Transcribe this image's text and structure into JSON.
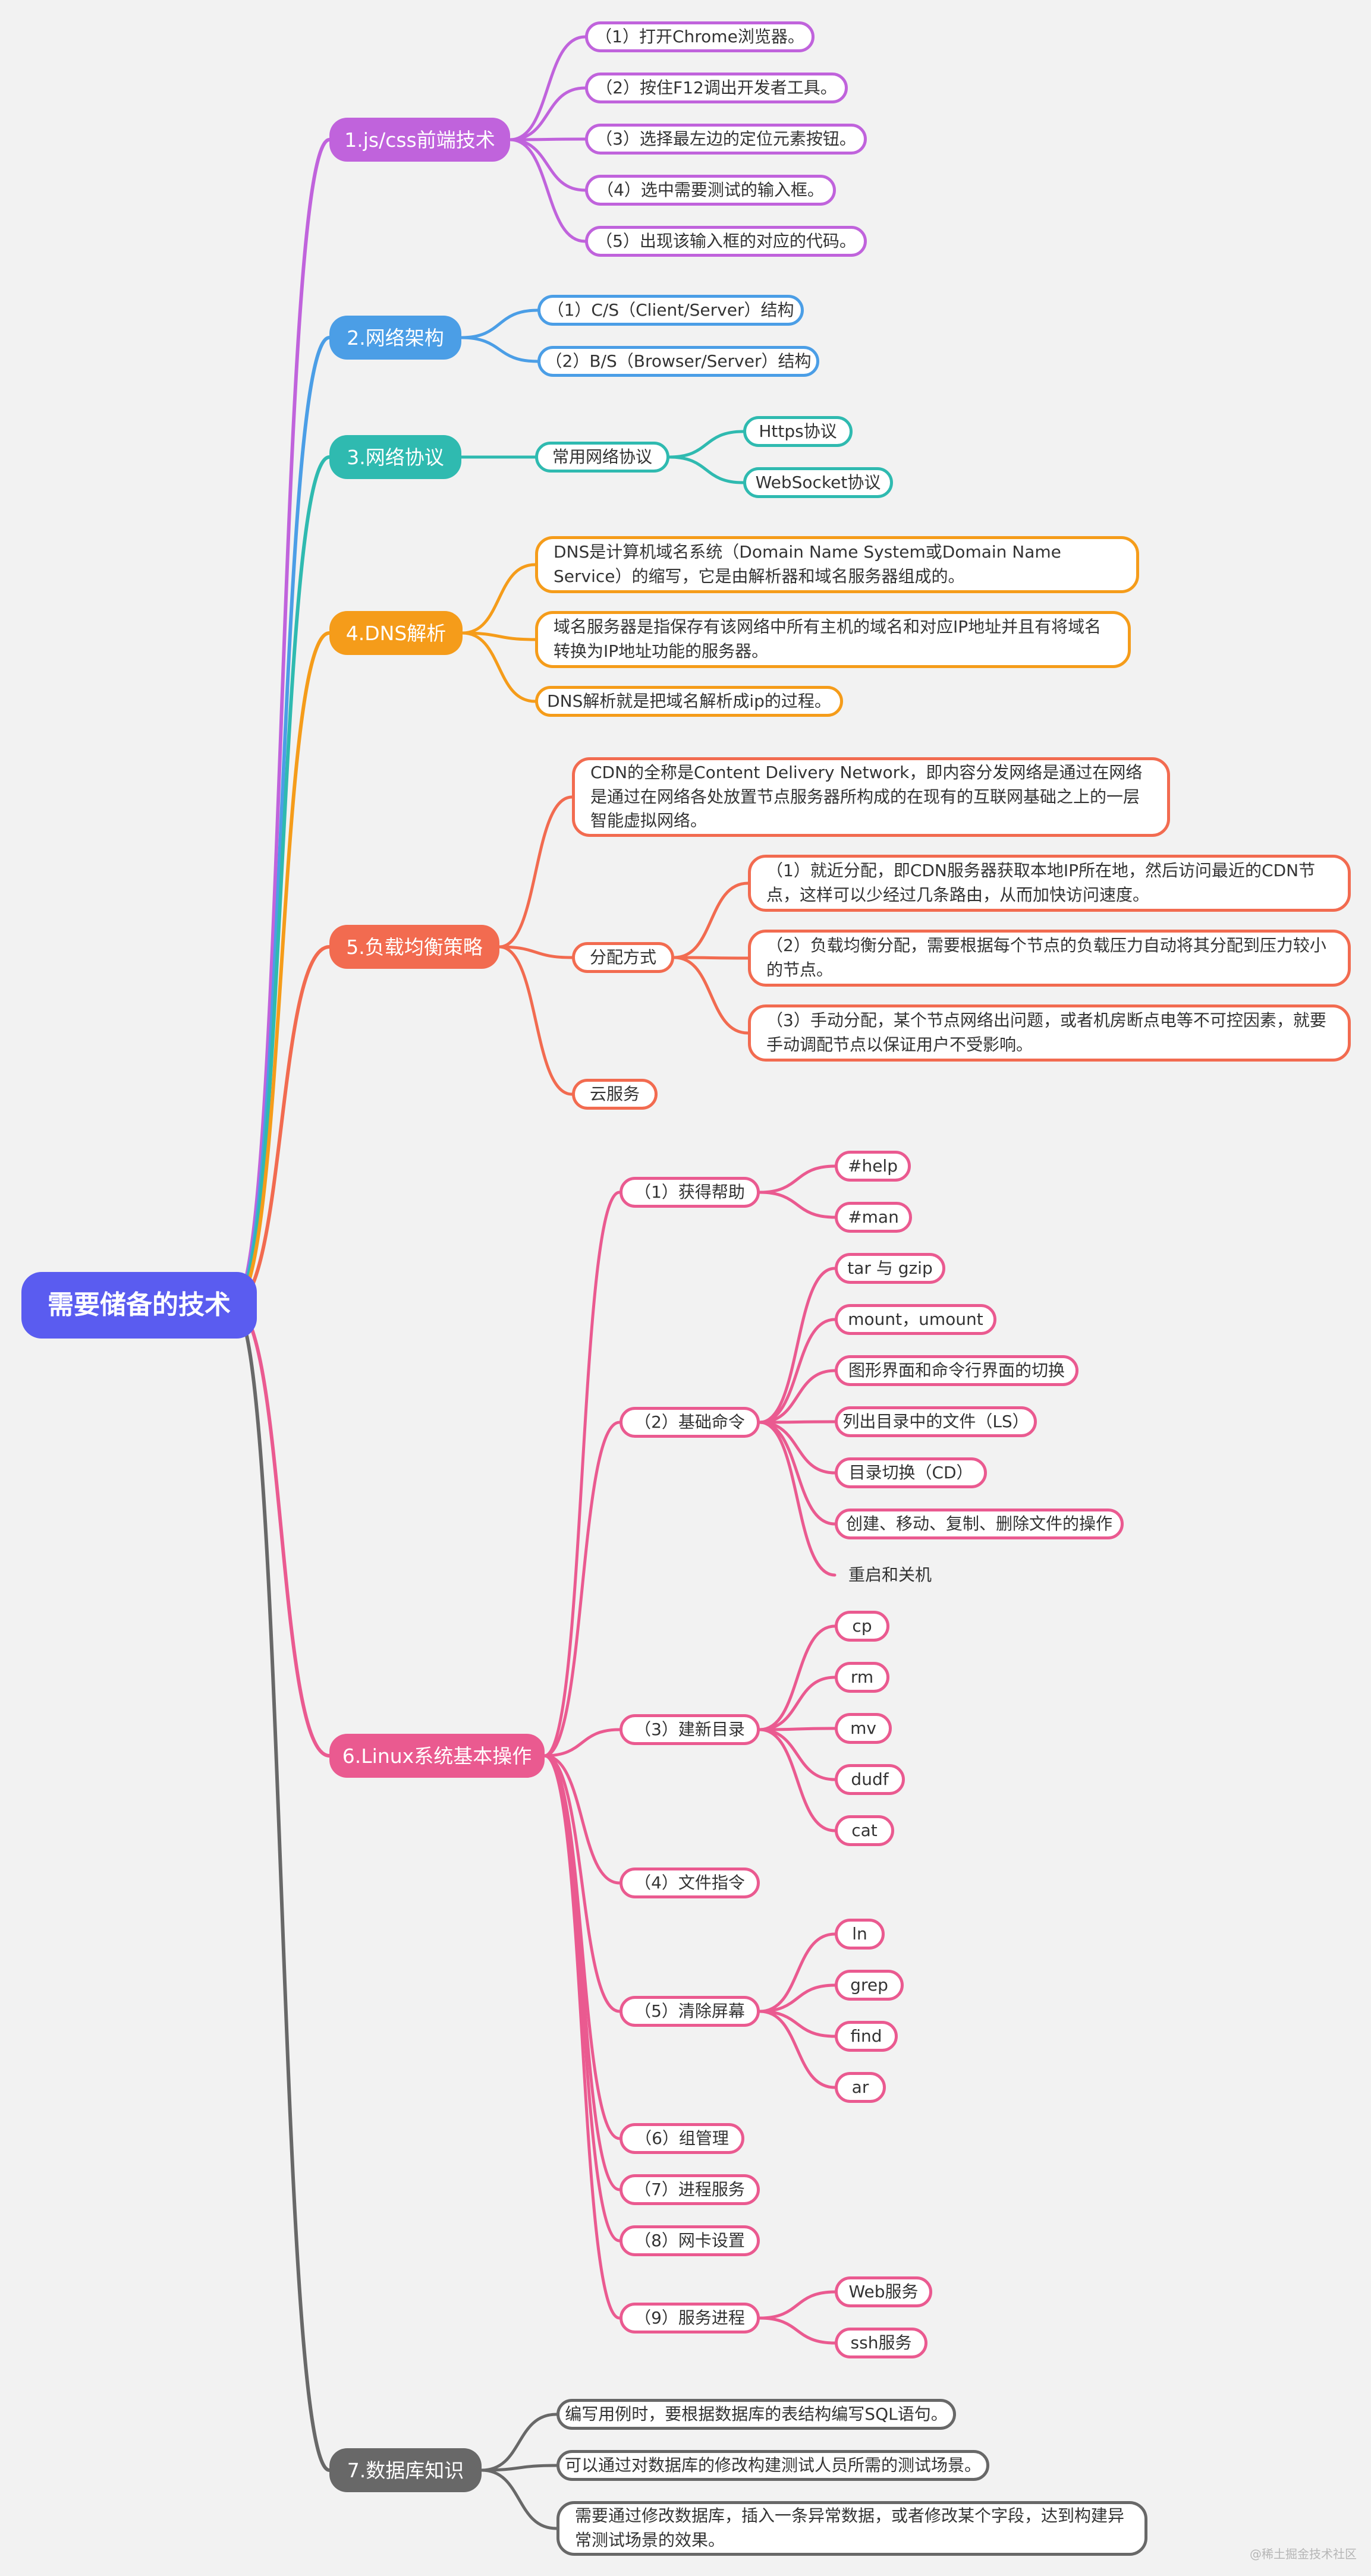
{
  "root": {
    "label": "需要储备的技术"
  },
  "watermark": "@稀土掘金技术社区",
  "branches": [
    {
      "id": "b1",
      "label": "1.js/css前端技术",
      "color": "#c063dc",
      "children": [
        {
          "label": "（1）打开Chrome浏览器。"
        },
        {
          "label": "（2）按住F12调出开发者工具。"
        },
        {
          "label": "（3）选择最左边的定位元素按钮。"
        },
        {
          "label": "（4）选中需要测试的输入框。"
        },
        {
          "label": "（5）出现该输入框的对应的代码。"
        }
      ]
    },
    {
      "id": "b2",
      "label": "2.网络架构",
      "color": "#4b9ee6",
      "children": [
        {
          "label": "（1）C/S（Client/Server）结构"
        },
        {
          "label": "（2）B/S（Browser/Server）结构"
        }
      ]
    },
    {
      "id": "b3",
      "label": "3.网络协议",
      "color": "#2fbab0",
      "children": [
        {
          "label": "常用网络协议",
          "children": [
            {
              "label": "Https协议"
            },
            {
              "label": "WebSocket协议"
            }
          ]
        }
      ]
    },
    {
      "id": "b4",
      "label": "4.DNS解析",
      "color": "#f59c1a",
      "children": [
        {
          "label": "DNS是计算机域名系统（Domain Name System或Domain Name Service）的缩写，它是由解析器和域名服务器组成的。"
        },
        {
          "label": "域名服务器是指保存有该网络中所有主机的域名和对应IP地址并且有将域名转换为IP地址功能的服务器。"
        },
        {
          "label": "DNS解析就是把域名解析成ip的过程。"
        }
      ]
    },
    {
      "id": "b5",
      "label": "5.负载均衡策略",
      "color": "#f26b50",
      "children": [
        {
          "label": "CDN的全称是Content Delivery Network，即内容分发网络是通过在网络是通过在网络各处放置节点服务器所构成的在现有的互联网基础之上的一层智能虚拟网络。"
        },
        {
          "label": "分配方式",
          "children": [
            {
              "label": "（1）就近分配，即CDN服务器获取本地IP所在地，然后访问最近的CDN节点，这样可以少经过几条路由，从而加快访问速度。"
            },
            {
              "label": "（2）负载均衡分配，需要根据每个节点的负载压力自动将其分配到压力较小的节点。"
            },
            {
              "label": "（3）手动分配，某个节点网络出问题，或者机房断点电等不可控因素，就要手动调配节点以保证用户不受影响。"
            }
          ]
        },
        {
          "label": "云服务"
        }
      ]
    },
    {
      "id": "b6",
      "label": "6.Linux系统基本操作",
      "color": "#ea5a90",
      "children": [
        {
          "label": "（1）获得帮助",
          "children": [
            {
              "label": "#help"
            },
            {
              "label": "#man"
            }
          ]
        },
        {
          "label": "（2）基础命令",
          "children": [
            {
              "label": "tar 与 gzip"
            },
            {
              "label": "mount，umount"
            },
            {
              "label": "图形界面和命令行界面的切换"
            },
            {
              "label": "列出目录中的文件（LS）"
            },
            {
              "label": "目录切换（CD）"
            },
            {
              "label": "创建、移动、复制、删除文件的操作"
            },
            {
              "label": "重启和关机"
            }
          ]
        },
        {
          "label": "（3）建新目录",
          "children": [
            {
              "label": "cp"
            },
            {
              "label": "rm"
            },
            {
              "label": "mv"
            },
            {
              "label": "dudf"
            },
            {
              "label": "cat"
            }
          ]
        },
        {
          "label": "（4）文件指令"
        },
        {
          "label": "（5）清除屏幕",
          "children": [
            {
              "label": "ln"
            },
            {
              "label": "grep"
            },
            {
              "label": "find"
            },
            {
              "label": "ar"
            }
          ]
        },
        {
          "label": "（6）组管理"
        },
        {
          "label": "（7）进程服务"
        },
        {
          "label": "（8）网卡设置"
        },
        {
          "label": "（9）服务进程",
          "children": [
            {
              "label": "Web服务"
            },
            {
              "label": "ssh服务"
            }
          ]
        }
      ]
    },
    {
      "id": "b7",
      "label": "7.数据库知识",
      "color": "#686868",
      "children": [
        {
          "label": "编写用例时，要根据数据库的表结构编写SQL语句。"
        },
        {
          "label": "可以通过对数据库的修改构建测试人员所需的测试场景。"
        },
        {
          "label": "需要通过修改数据库，插入一条异常数据，或者修改某个字段，达到构建异常测试场景的效果。"
        }
      ]
    }
  ]
}
